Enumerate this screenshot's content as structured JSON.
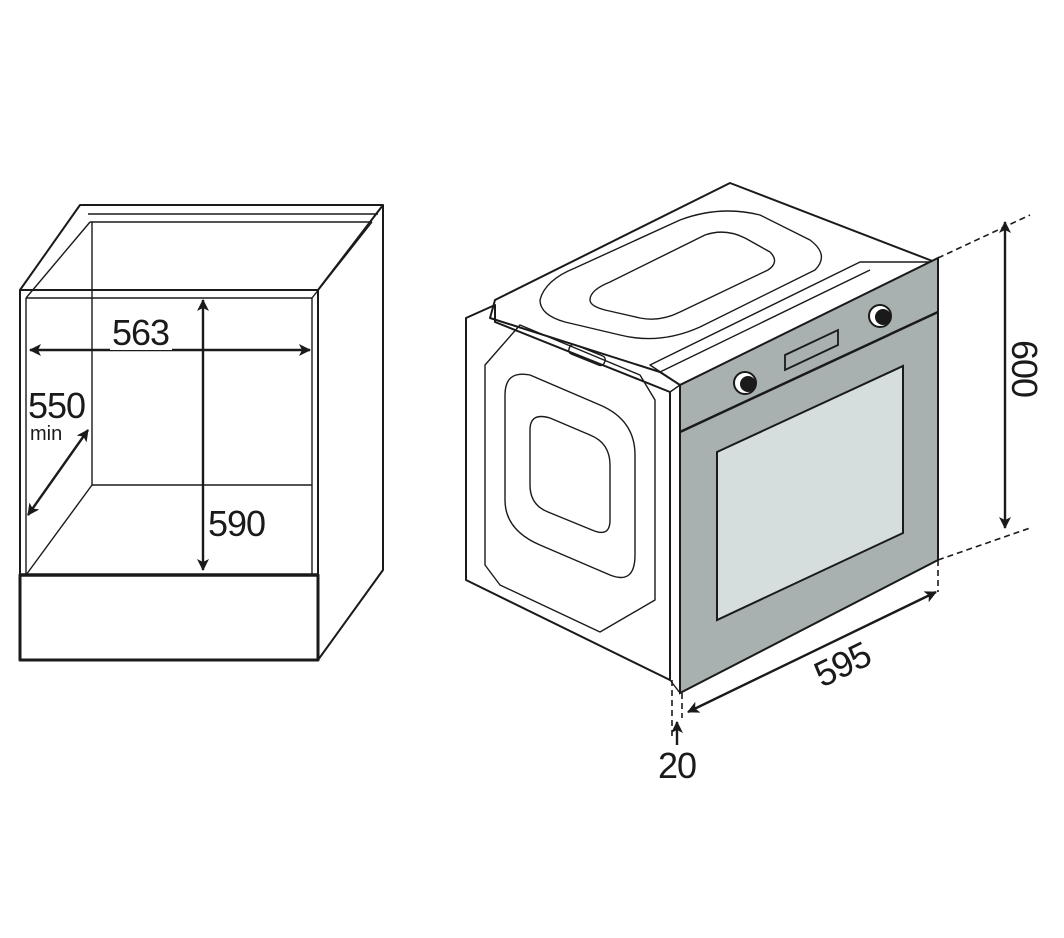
{
  "title": "Built-in oven installation dimensions",
  "colors": {
    "line": "#1a1a1a",
    "panel": "#a9b0b0",
    "glass": "#d5dedc",
    "background": "#ffffff"
  },
  "cabinet": {
    "width_label": "563",
    "depth_label": "550",
    "depth_note": "min",
    "height_label": "590"
  },
  "oven": {
    "height_label": "600",
    "width_label": "595",
    "front_offset_label": "20"
  }
}
